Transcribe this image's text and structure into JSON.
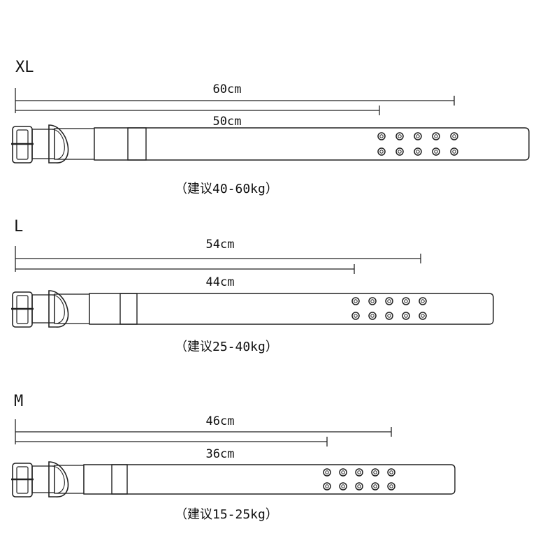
{
  "sizes": [
    {
      "size": "XL",
      "total_length": "60cm",
      "hole_length": "50cm",
      "recommendation": "（建议40-60kg）",
      "hole_columns": 5,
      "hole_rows": 2
    },
    {
      "size": "L",
      "total_length": "54cm",
      "hole_length": "44cm",
      "recommendation": "（建议25-40kg）",
      "hole_columns": 5,
      "hole_rows": 2
    },
    {
      "size": "M",
      "total_length": "46cm",
      "hole_length": "36cm",
      "recommendation": "（建议15-25kg）",
      "hole_columns": 5,
      "hole_rows": 2
    }
  ],
  "colors": {
    "line": "#222222",
    "background": "#ffffff"
  }
}
